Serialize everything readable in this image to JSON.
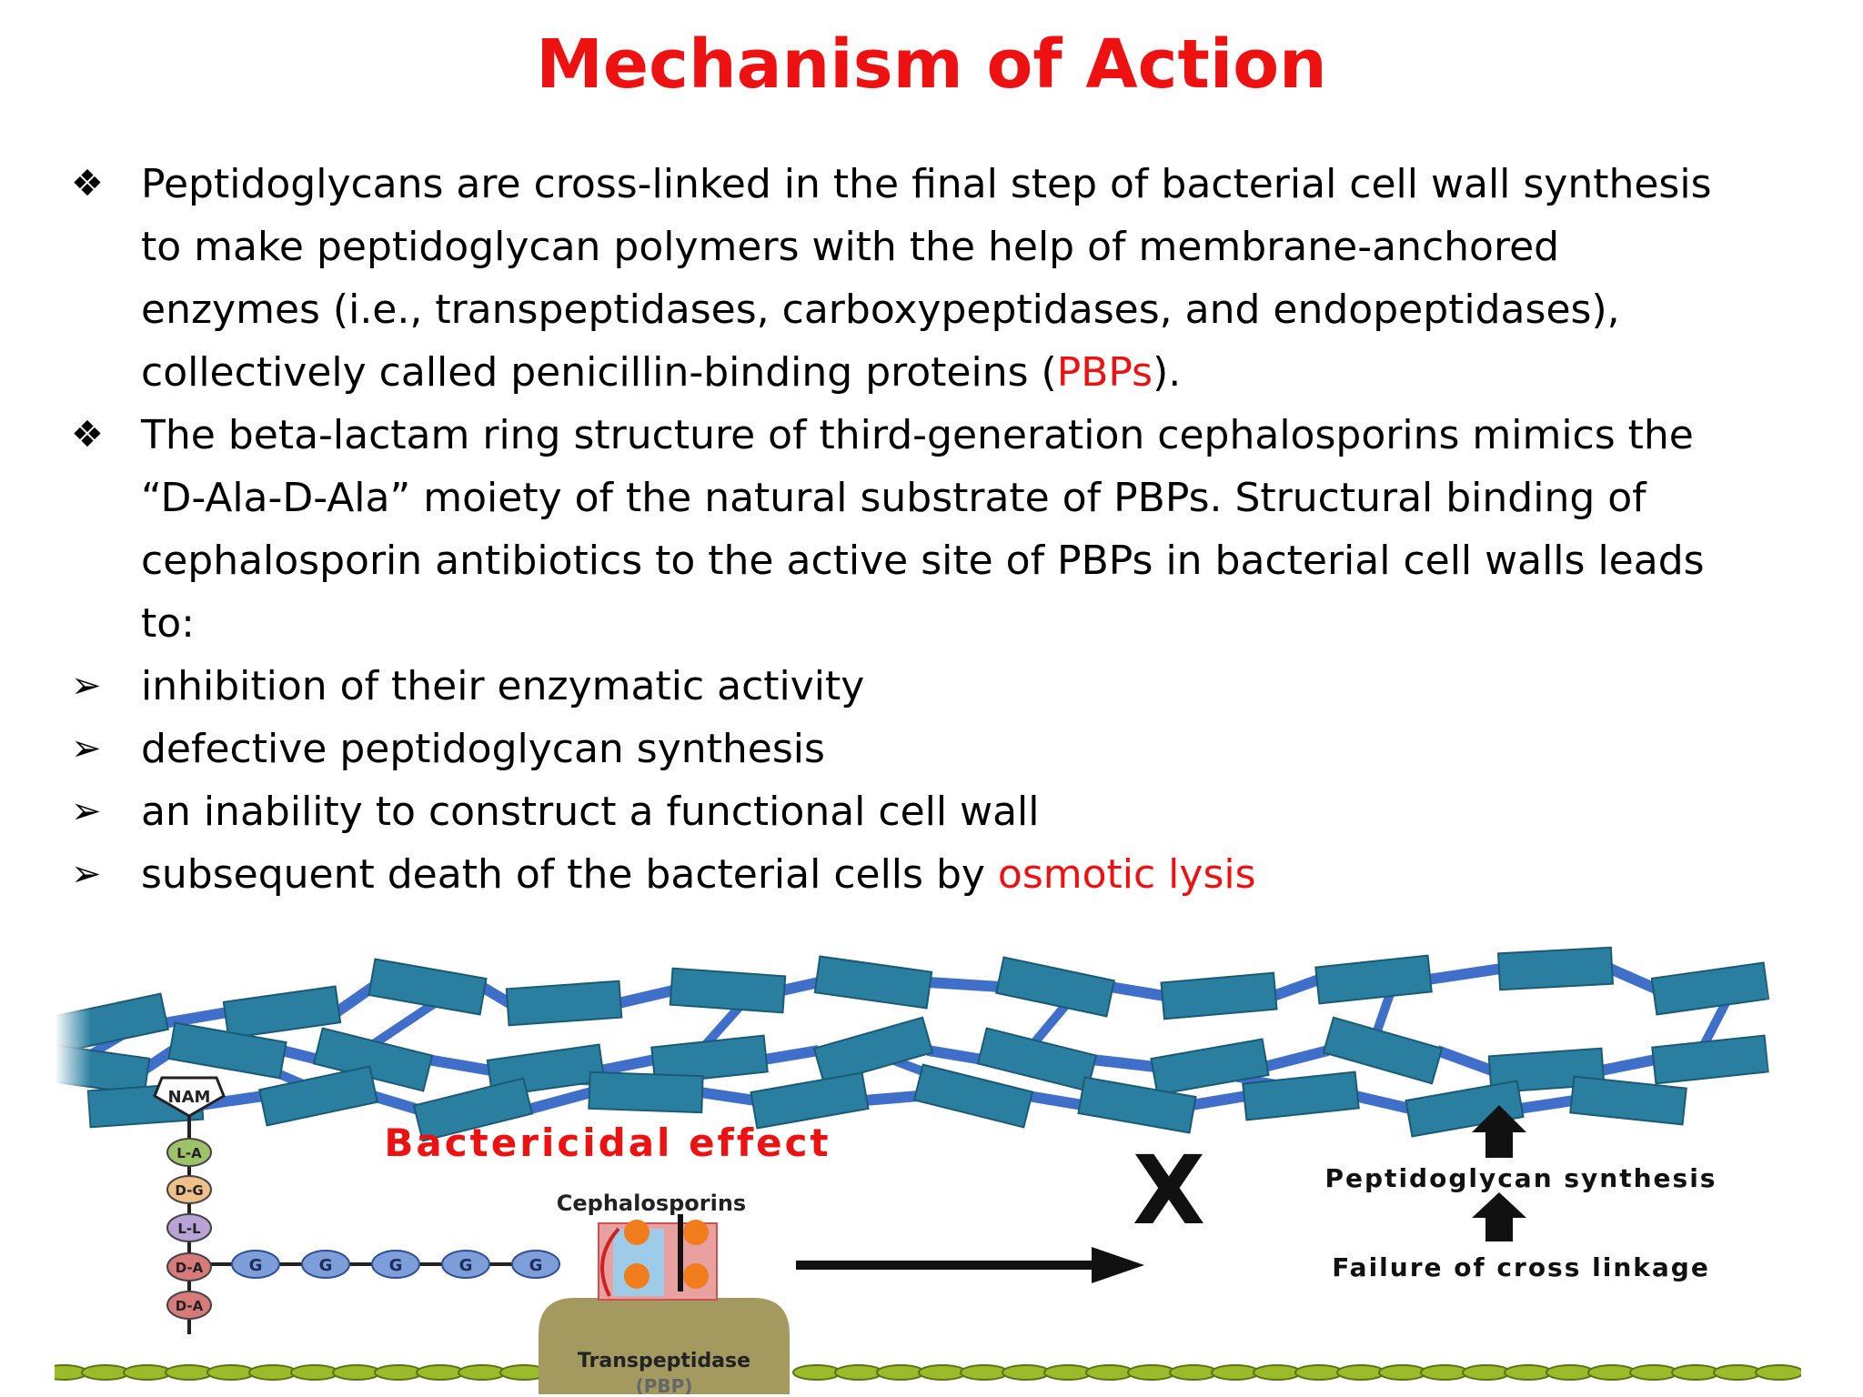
{
  "title": "Mechanism of Action",
  "bullets": [
    {
      "marker": "❖",
      "lines": [
        "Peptidoglycans are cross-linked in the final step of bacterial cell wall synthesis",
        "to make peptidoglycan polymers with the help of membrane-anchored",
        "enzymes (i.e., transpeptidases, carboxypeptidases, and endopeptidases),"
      ],
      "last_line_before": "collectively called penicillin-binding proteins (",
      "last_line_highlight": "PBPs",
      "last_line_after": ")."
    },
    {
      "marker": "❖",
      "lines": [
        "The beta-lactam ring structure of third-generation cephalosporins mimics the",
        "“D-Ala-D-Ala” moiety of the natural substrate of PBPs. Structural binding of",
        "cephalosporin antibiotics to the active site of PBPs in bacterial cell walls leads",
        "to:"
      ]
    }
  ],
  "sub_bullets": [
    {
      "marker": "➢",
      "text": "inhibition of their enzymatic activity"
    },
    {
      "marker": "➢",
      "text": "defective peptidoglycan synthesis"
    },
    {
      "marker": "➢",
      "text": "an inability to construct a functional cell wall"
    },
    {
      "marker": "➢",
      "text_before": "subsequent death of the bacterial cells by ",
      "highlight": "osmotic lysis"
    }
  ],
  "figure": {
    "bactericidal_label": "Bactericidal effect",
    "cephalosporins_label": "Cephalosporins",
    "transpeptidase_label": "Transpeptidase",
    "pbp_label": "(PBP)",
    "nam_label": "NAM",
    "chain_labels": [
      "L-A",
      "D-G",
      "L-L",
      "D-A",
      "D-A"
    ],
    "glycine_labels": [
      "G",
      "G",
      "G",
      "G",
      "G"
    ],
    "x_mark": "X",
    "synthesis_label": "Peptidoglycan synthesis",
    "failure_label": "Failure of cross linkage"
  },
  "colors": {
    "title": "#ee1111",
    "highlight": "#ee1111",
    "block_fill": "#2a7fa0",
    "link_fill": "#3f6fc8",
    "membrane": "#9bbb2a",
    "transpeptidase": "#a49a5f"
  }
}
